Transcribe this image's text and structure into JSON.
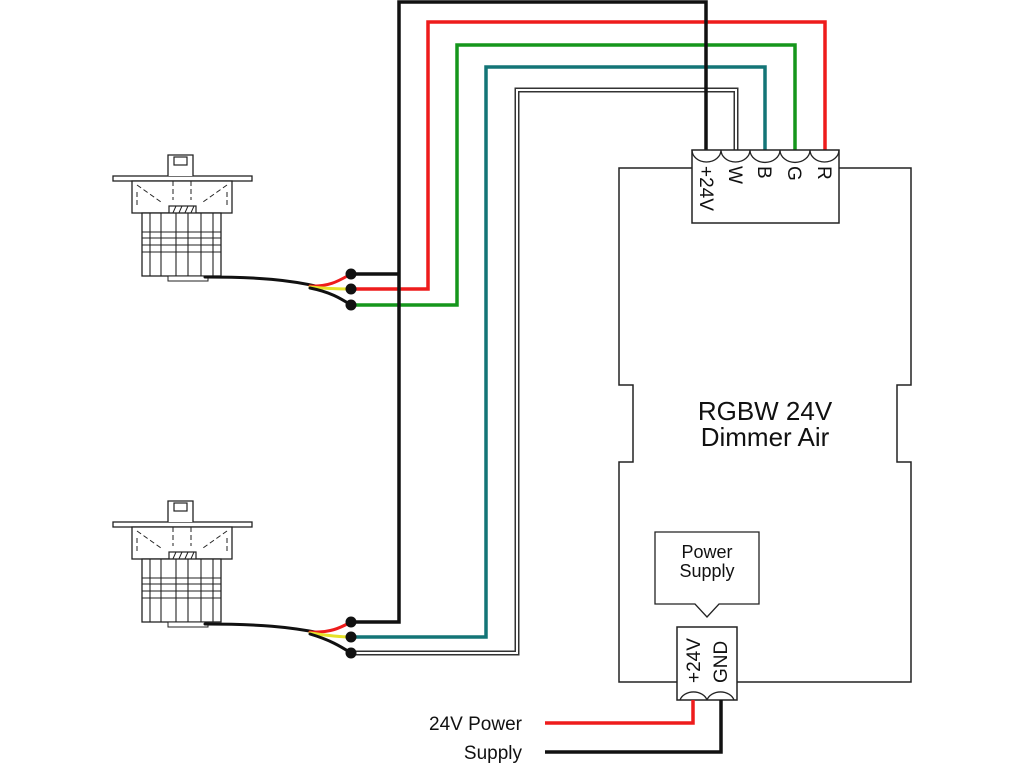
{
  "colors": {
    "positive_wire": "#111111",
    "red_wire": "#ee1c1c",
    "green_wire": "#15961c",
    "blue_wire": "#137577",
    "white_wire": "#ffffff",
    "yellow_lead": "#e5e22a"
  },
  "dimmer": {
    "title_line1": "RGBW 24V",
    "title_line2": "Dimmer Air",
    "output_terminals": [
      "+24V",
      "W",
      "B",
      "G",
      "R"
    ],
    "power_terminals": [
      "+24V",
      "GND"
    ],
    "callout_line1": "Power",
    "callout_line2": "Supply"
  },
  "supply_label": {
    "line1": "24V Power",
    "line2": "Supply"
  },
  "fixtures": [
    {
      "icon": "downlight-fixture-icon"
    },
    {
      "icon": "downlight-fixture-icon"
    }
  ]
}
